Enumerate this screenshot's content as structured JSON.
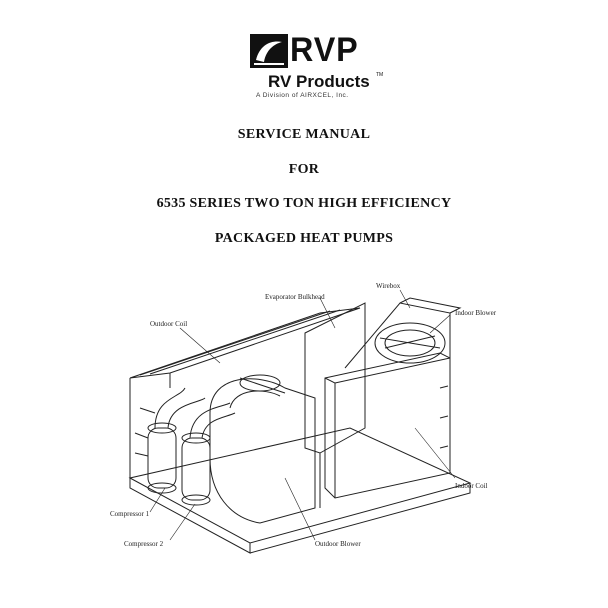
{
  "logo": {
    "mark_text": "RVP",
    "brand": "RV Products",
    "tm": "TM",
    "division": "A Division of AIRXCEL, Inc."
  },
  "title": {
    "line1": "SERVICE MANUAL",
    "line2": "FOR",
    "line3": "6535 SERIES TWO TON HIGH EFFICIENCY",
    "line4": "PACKAGED HEAT PUMPS"
  },
  "diagram": {
    "labels": {
      "wirebox": "Wirebox",
      "evaporator_bulkhead": "Evaporator Bulkhead",
      "indoor_blower": "Indoor Blower",
      "outdoor_coil": "Outdoor Coil",
      "indoor_coil": "Indoor Coil",
      "compressor_1": "Compressor 1",
      "compressor_2": "Compressor 2",
      "outdoor_blower": "Outdoor Blower"
    }
  }
}
